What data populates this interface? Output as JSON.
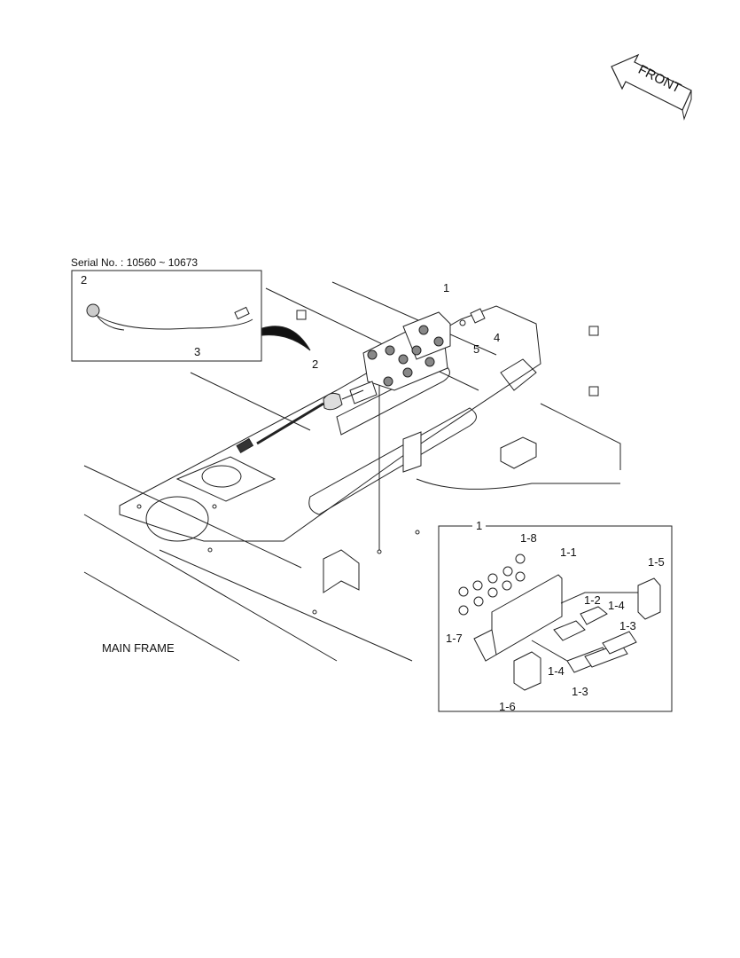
{
  "front_arrow": {
    "label": "FRONT"
  },
  "serial_note": "Serial No. : 10560 ~ 10673",
  "frame_label": "MAIN FRAME",
  "inset_serial": {
    "labels": [
      "2",
      "3"
    ]
  },
  "main_callouts": [
    "1",
    "2",
    "4",
    "5"
  ],
  "detail_inset": {
    "title": "1",
    "callouts": [
      "1-1",
      "1-2",
      "1-3",
      "1-3",
      "1-4",
      "1-4",
      "1-5",
      "1-6",
      "1-7",
      "1-8"
    ]
  }
}
